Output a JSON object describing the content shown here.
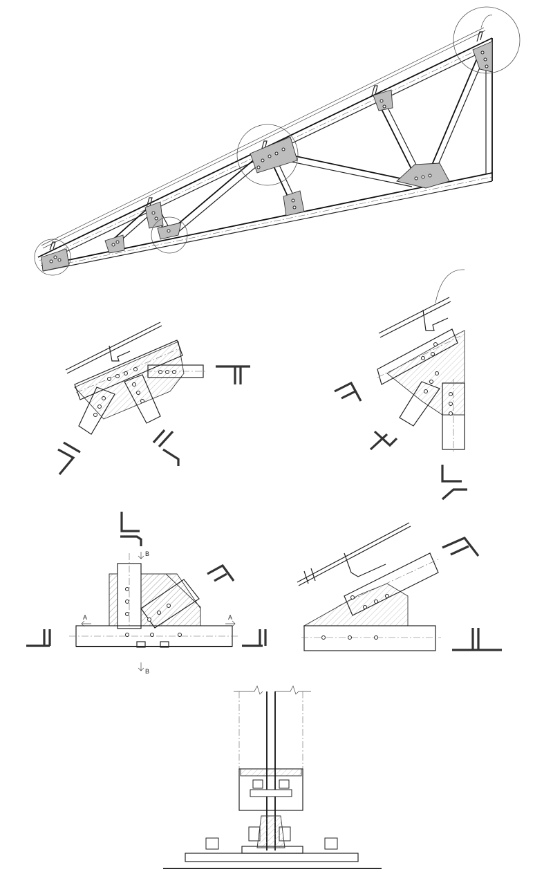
{
  "section_labels": {
    "a_left": "A",
    "a_right": "A",
    "b_top": "B",
    "b_bottom": "B"
  }
}
